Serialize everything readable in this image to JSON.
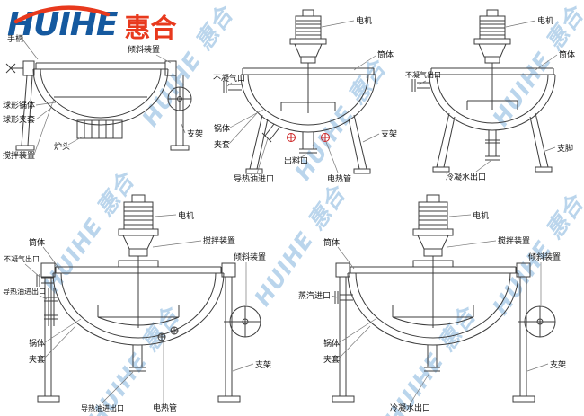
{
  "logo": {
    "brand": "HUIHE",
    "brand_cn": "惠合"
  },
  "watermark": {
    "text": "HUIHE 惠合"
  },
  "colors": {
    "brand_blue": "#15599f",
    "brand_red": "#e8391d",
    "watermark_blue": "#82b2dc",
    "line": "#3c3c3c",
    "heater_red": "#cc2222"
  },
  "diagram1": {
    "handle": "手柄",
    "tilt_device": "倾斜装置",
    "spherical_pot": "球形锅体",
    "spherical_jacket": "球形夹套",
    "agitator": "搅拌装置",
    "burner": "炉头",
    "support": "支架"
  },
  "diagram2": {
    "motor": "电机",
    "shell": "筒体",
    "gas_outlet": "不凝气口",
    "pot": "锅体",
    "jacket": "夹套",
    "oil_inlet": "导热油进口",
    "discharge": "出料口",
    "heater": "电热管",
    "support": "支架"
  },
  "diagram3": {
    "motor": "电机",
    "shell": "筒体",
    "gas_outlet": "不凝气出口",
    "condensate_outlet": "冷凝水出口",
    "legs": "支脚"
  },
  "diagram4": {
    "motor": "电机",
    "shell": "筒体",
    "agitator": "搅拌装置",
    "gas_outlet": "不凝气出口",
    "tilt_device": "倾斜装置",
    "oil_side": "导热油进出口",
    "pot": "锅体",
    "jacket": "夹套",
    "oil_bottom": "导热油进出口",
    "heater": "电热管",
    "support": "支架"
  },
  "diagram5": {
    "motor": "电机",
    "shell": "筒体",
    "agitator": "搅拌装置",
    "steam_inlet": "蒸汽进口",
    "tilt_device": "倾斜装置",
    "pot": "锅体",
    "jacket": "夹套",
    "condensate_outlet": "冷凝水出口",
    "support": "支架"
  }
}
